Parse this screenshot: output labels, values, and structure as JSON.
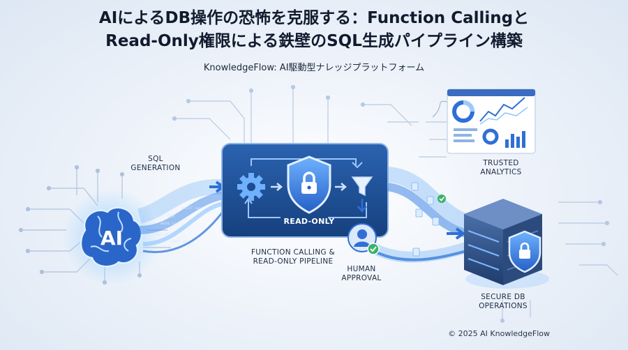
{
  "header": {
    "title_line1": "AIによるDB操作の恐怖を克服する：Function Callingと",
    "title_line2": "Read-Only権限による鉄壁のSQL生成パイプライン構築",
    "subtitle": "KnowledgeFlow: AI駆動型ナレッジプラットフォーム"
  },
  "labels": {
    "sql_generation_1": "SQL",
    "sql_generation_2": "GENERATION",
    "ai": "AI",
    "read_only": "READ-ONLY",
    "pipeline_1": "FUNCTION CALLING &",
    "pipeline_2": "READ-ONLY PIPELINE",
    "human_1": "HUMAN",
    "human_2": "APPROVAL",
    "analytics_1": "TRUSTED",
    "analytics_2": "ANALYTICS",
    "secure_1": "SECURE DB",
    "secure_2": "OPERATIONS"
  },
  "footer": {
    "copyright": "© 2025 AI KnowledgeFlow"
  },
  "icons": {
    "brain": "brain-icon",
    "gear": "gear-icon",
    "shield": "shield-lock-icon",
    "funnel": "funnel-icon",
    "person": "person-check-icon",
    "dashboard": "dashboard-icon",
    "server": "server-icon"
  },
  "colors": {
    "accent_blue": "#2f6fd6",
    "panel_dark": "#1d4f96",
    "check_green": "#3bb26a"
  }
}
